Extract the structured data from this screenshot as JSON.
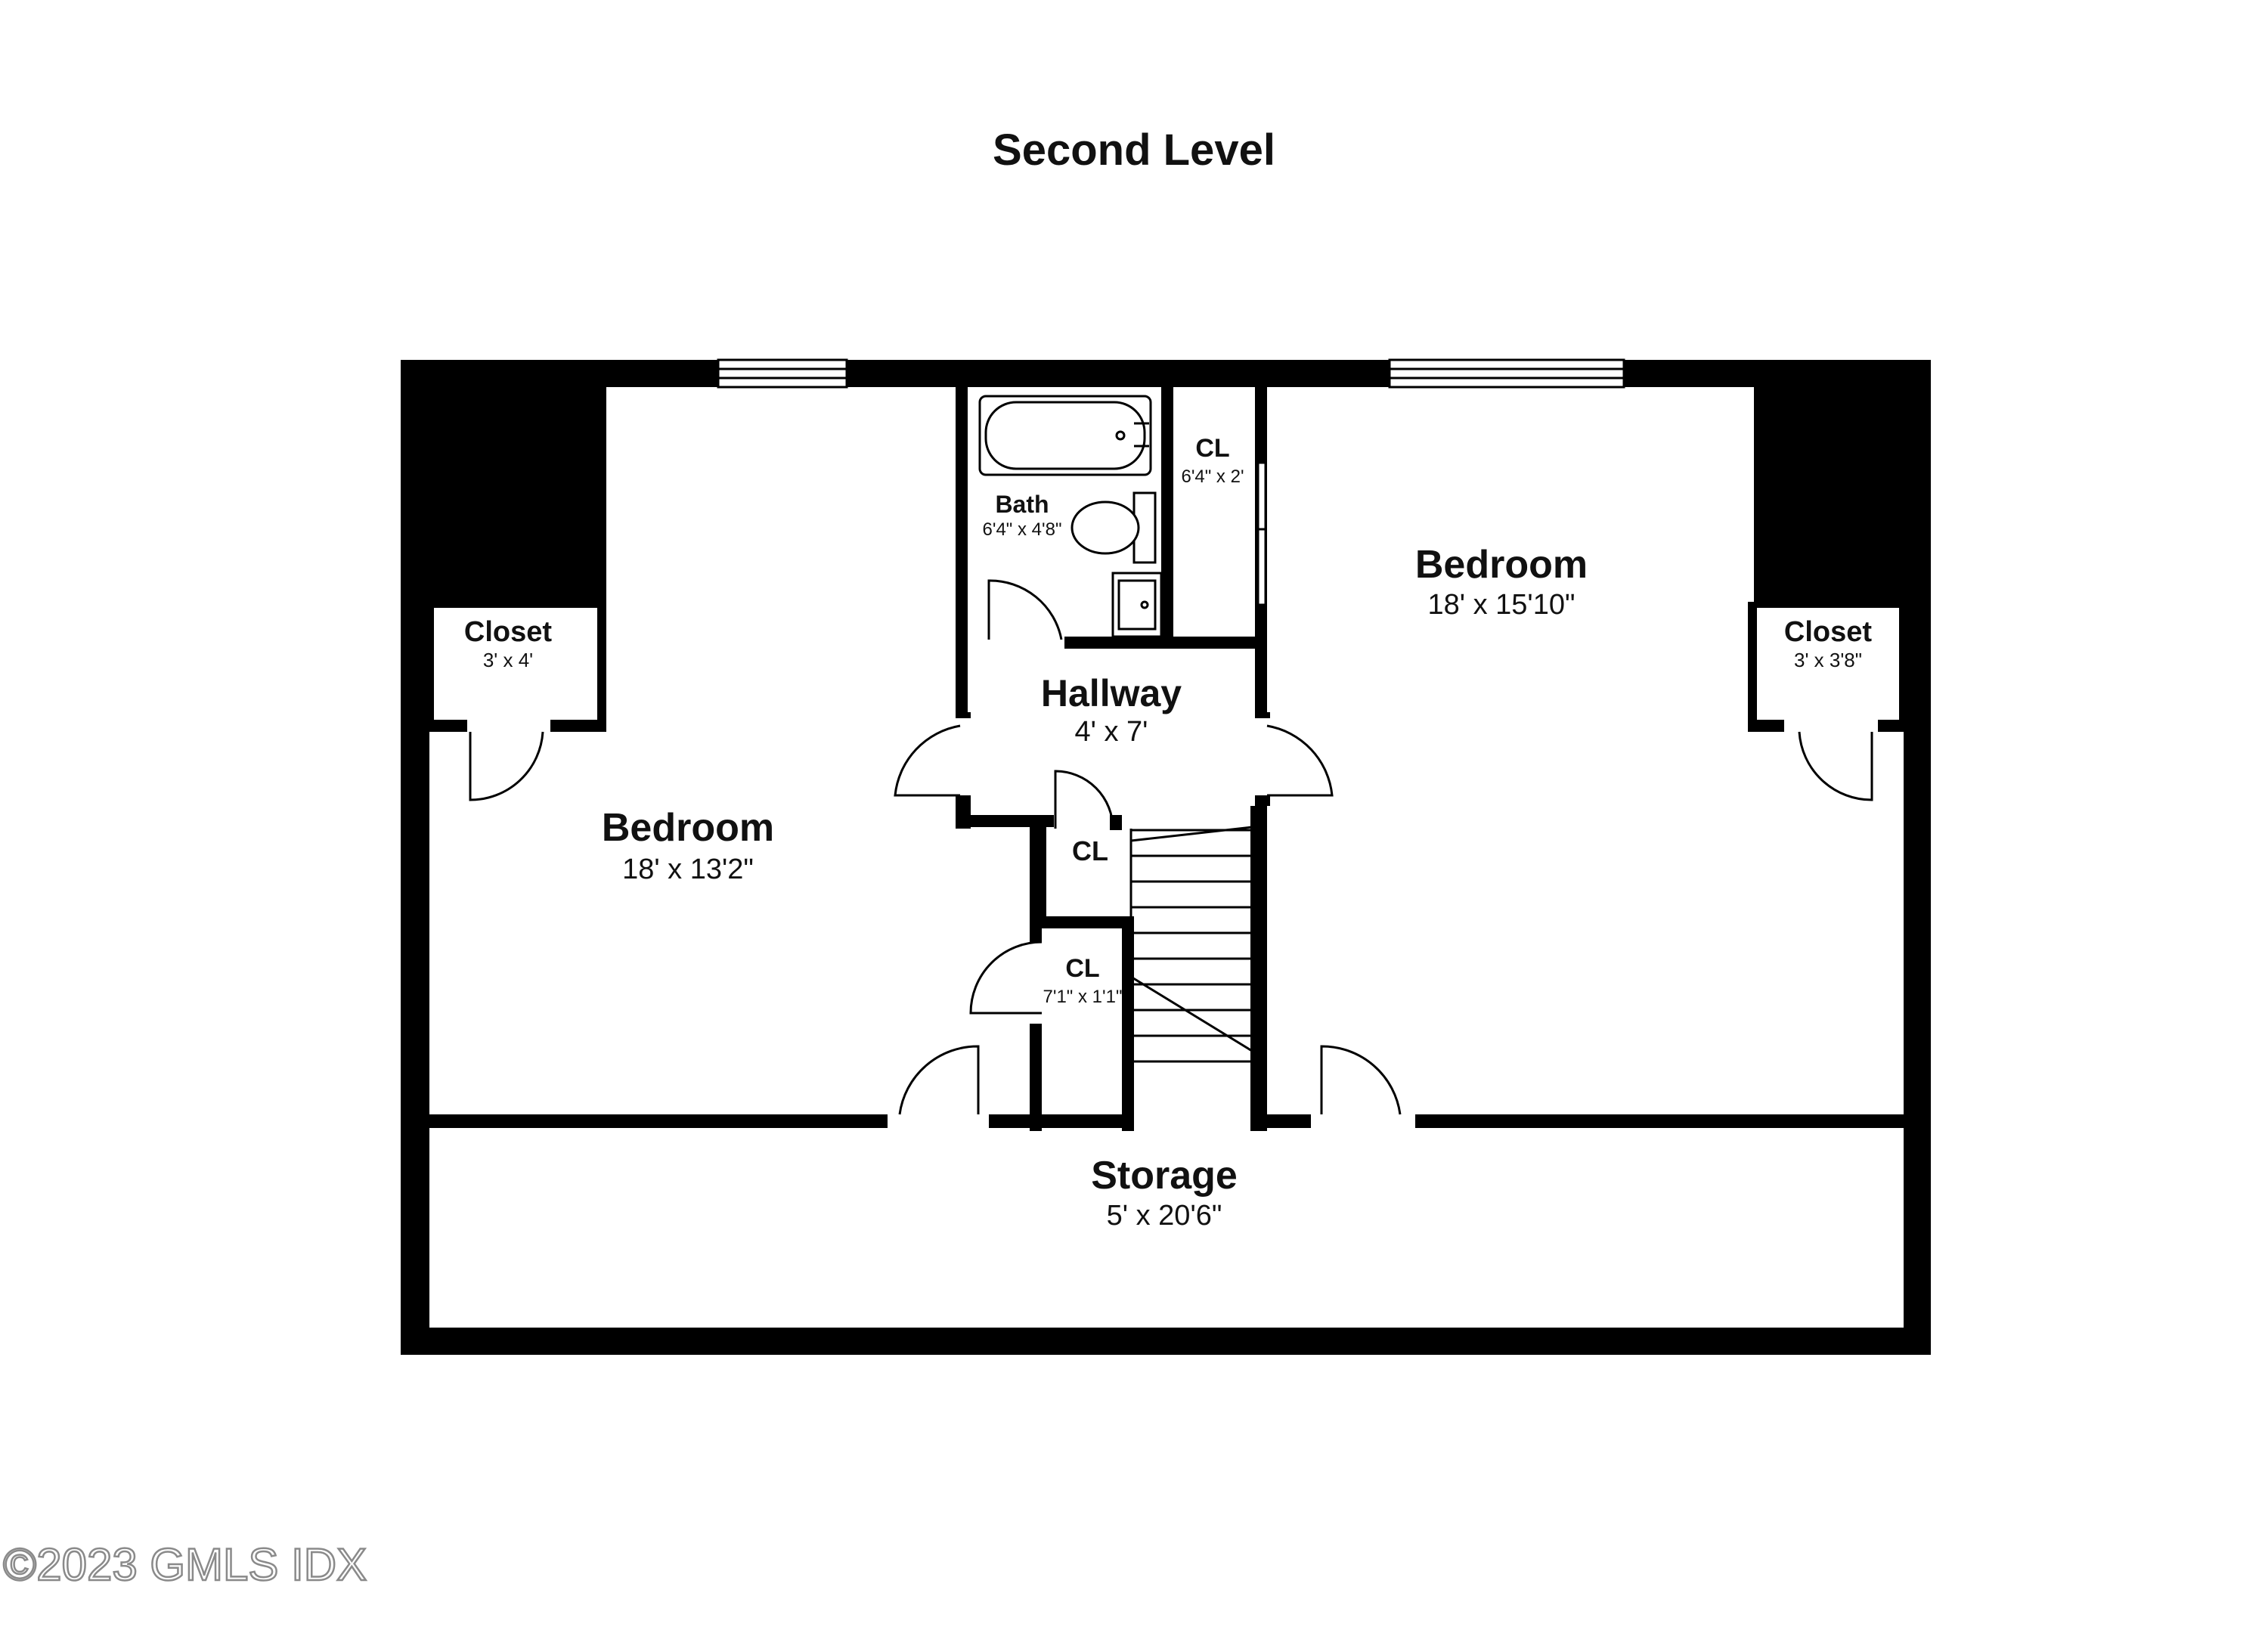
{
  "title": "Second Level",
  "watermark": "©2023 GMLS IDX",
  "rooms": {
    "bedroom_left": {
      "name": "Bedroom",
      "dims": "18' x 13'2\""
    },
    "bedroom_right": {
      "name": "Bedroom",
      "dims": "18' x 15'10\""
    },
    "closet_left": {
      "name": "Closet",
      "dims": "3' x 4'"
    },
    "closet_right": {
      "name": "Closet",
      "dims": "3' x 3'8\""
    },
    "bath": {
      "name": "Bath",
      "dims": "6'4\" x 4'8\""
    },
    "cl_top": {
      "name": "CL",
      "dims": "6'4\" x 2'"
    },
    "hallway": {
      "name": "Hallway",
      "dims": "4' x 7'"
    },
    "cl_mid": {
      "name": "CL",
      "dims": ""
    },
    "cl_low": {
      "name": "CL",
      "dims": "7'1\" x 1'1\""
    },
    "storage": {
      "name": "Storage",
      "dims": "5' x 20'6\""
    }
  },
  "colors": {
    "wall": "#000000",
    "background": "#ffffff",
    "text": "#111111",
    "watermark": "#8a8a8a"
  }
}
